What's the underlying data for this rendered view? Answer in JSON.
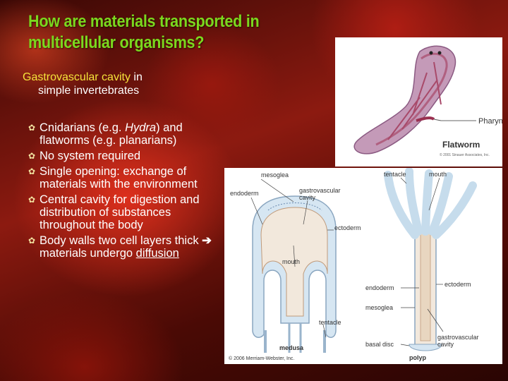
{
  "title": "How are materials transported in multicellular organisms?",
  "subheading": {
    "highlight": "Gastrovascular cavity",
    "rest_line1": " in",
    "rest_line2": "simple invertebrates"
  },
  "bullets": [
    {
      "pre": "Cnidarians (e.g. ",
      "italic": "Hydra",
      "post": ") and flatworms (e.g. planarians)"
    },
    {
      "text": "No system required"
    },
    {
      "text": "Single opening: exchange of materials with the environment"
    },
    {
      "text": "Central cavity for digestion and distribution of substances throughout the body"
    },
    {
      "pre": "Body walls two cell layers thick ",
      "post": " materials undergo ",
      "underline": "diffusion"
    }
  ],
  "flatworm_figure": {
    "labels": {
      "pharynx": "Pharynx",
      "organism": "Flatworm",
      "copyright": "© 2001 Sinauer Associates, Inc."
    }
  },
  "cnidarian_figure": {
    "labels": {
      "mesoglea_left": "mesoglea",
      "endoderm_left": "endoderm",
      "gastrovascular_left": "gastrovascular",
      "cavity_left": "cavity",
      "ectoderm_left": "ectoderm",
      "mouth_left": "mouth",
      "tentacle_left": "tentacle",
      "medusa": "medusa",
      "tentacle_right": "tentacle",
      "mouth_right": "mouth",
      "ectoderm_right": "ectoderm",
      "endoderm_right": "endoderm",
      "mesoglea_right": "mesoglea",
      "basal_disc": "basal disc",
      "polyp": "polyp",
      "gastrovascular_right": "gastrovascular",
      "cavity_right": "cavity",
      "copyright": "© 2006 Merriam-Webster, Inc."
    }
  },
  "colors": {
    "title": "#7bd81e",
    "highlight": "#f5e23a",
    "body_text": "#ffffff"
  }
}
